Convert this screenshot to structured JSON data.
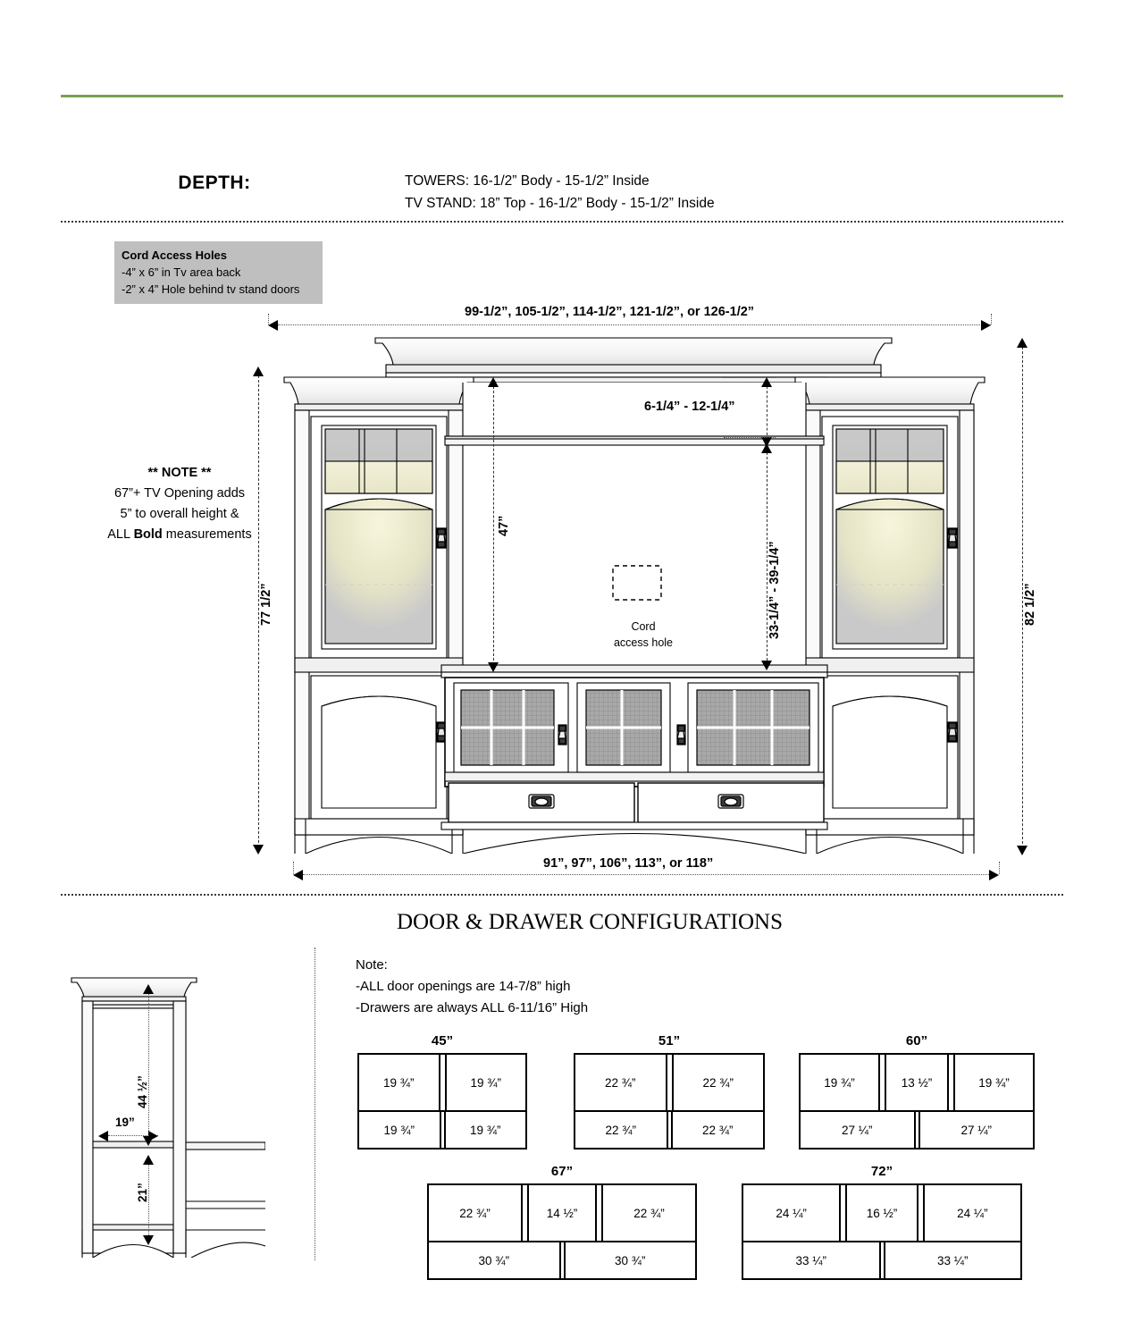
{
  "header": {
    "depth_label": "DEPTH:",
    "depth_line1": "TOWERS: 16-1/2” Body - 15-1/2” Inside",
    "depth_line2": "TV STAND: 18” Top - 16-1/2” Body - 15-1/2” Inside",
    "accent_color": "#76a24e"
  },
  "cord_box": {
    "title": "Cord Access Holes",
    "line1": "-4” x 6” in Tv area back",
    "line2": "-2” x 4” Hole behind tv stand doors",
    "bg_color": "#bfbfbf"
  },
  "note": {
    "heading": "** NOTE **",
    "line1": "67”+ TV Opening adds",
    "line2": "5” to overall height &",
    "line3_pre": "ALL ",
    "line3_bold": "Bold",
    "line3_post": " measurements"
  },
  "dimensions": {
    "top_width": "99-1/2”, 105-1/2”, 114-1/2”, 121-1/2”, or 126-1/2”",
    "bottom_width": "91”, 97”, 106”, 113”, or 118”",
    "tv_top_gap": "6-1/4” - 12-1/4”",
    "tv_opening_height": "47”",
    "tv_opening_range": "33-1/4” - 39-1/4”",
    "tower_height": "77 1/2”",
    "overall_height": "82 1/2”",
    "cord_label_1": "Cord",
    "cord_label_2": "access hole"
  },
  "side_view": {
    "upper_height": "44 ½”",
    "inside_width": "19”",
    "lower_height": "21”"
  },
  "door_drawer": {
    "title": "DOOR & DRAWER CONFIGURATIONS",
    "note_label": "Note:",
    "note_line1": "-ALL door openings are 14-7/8” high",
    "note_line2": "-Drawers are always ALL 6-11/16” High",
    "configs": [
      {
        "title": "45”",
        "doors": [
          "19 ¾”",
          "19 ¾”"
        ],
        "drawers": [
          "19 ¾”",
          "19 ¾”"
        ]
      },
      {
        "title": "51”",
        "doors": [
          "22 ¾”",
          "22 ¾”"
        ],
        "drawers": [
          "22 ¾”",
          "22 ¾”"
        ]
      },
      {
        "title": "60”",
        "doors": [
          "19 ¾”",
          "13 ½”",
          "19 ¾”"
        ],
        "drawers": [
          "27 ¼”",
          "27 ¼”"
        ]
      },
      {
        "title": "67”",
        "doors": [
          "22 ¾”",
          "14 ½”",
          "22 ¾”"
        ],
        "drawers": [
          "30 ¾”",
          "30 ¾”"
        ]
      },
      {
        "title": "72”",
        "doors": [
          "24 ¼”",
          "16 ½”",
          "24 ¼”"
        ],
        "drawers": [
          "33 ¼”",
          "33 ¼”"
        ]
      }
    ]
  }
}
